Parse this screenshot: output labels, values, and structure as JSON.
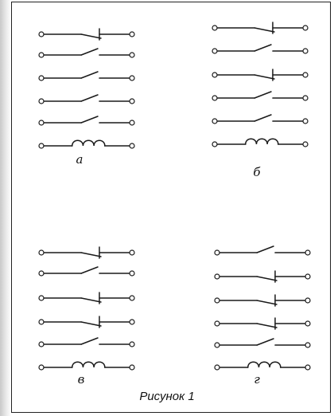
{
  "panels": [
    {
      "id": "a",
      "label": "а",
      "rows": [
        "nc",
        "no",
        "no",
        "no",
        "no",
        "coil"
      ]
    },
    {
      "id": "b",
      "label": "б",
      "rows": [
        "nc",
        "no",
        "nc",
        "no",
        "no",
        "coil"
      ]
    },
    {
      "id": "v",
      "label": "в",
      "rows": [
        "nc",
        "no",
        "nc",
        "nc",
        "no",
        "coil"
      ]
    },
    {
      "id": "g",
      "label": "г",
      "rows": [
        "no",
        "nc",
        "nc",
        "nc",
        "no",
        "coil"
      ]
    }
  ],
  "caption": "Рисунок 1",
  "colors": {
    "stroke": "#1a1a1a",
    "background": "#ffffff"
  }
}
